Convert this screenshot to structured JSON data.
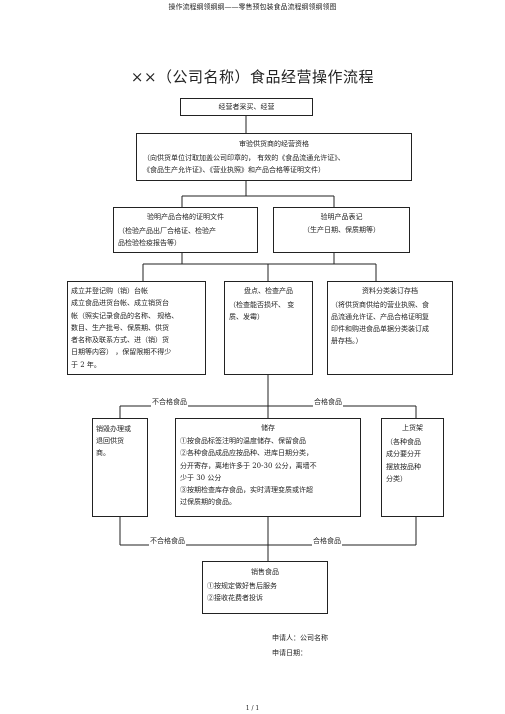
{
  "header": {
    "text": "操作流程纲领纲纲——零售预包装食品流程纲领纲领图"
  },
  "title": "××（公司名称）食品经营操作流程",
  "boxes": {
    "purchase": "经营者采买、经营",
    "verify_title": "审验供货商的经营资格",
    "verify_body": "（向供货单位讨取加盖公司印章的，       有效的《食品流通允许证》、\n《食品生产允许证》、《营业执照》和产品合格等证明文件）",
    "cert_title": "验明产品合格的证明文件",
    "cert_body": "（检验产品出厂合格证、检验产\n品检验检疫报告等）",
    "label_title": "验明产品表记",
    "label_body": "（生产日期、保质期等）",
    "ledger_body": "成立并登记购（销）台帐\n成立食品进货台帐、成立销货台\n帐（照实记录食品的名称、  规格、\n数目、生产批号、保质期、供货\n者名称及联系方式、进（销）货\n日期等内容）  ，保留限期不得少\n于 2 年。",
    "inspect_title": "盘点、检查产品",
    "inspect_body": "（检查能否损坏、  变\n质、发霉）",
    "archive_title": "资料分类装订存档",
    "archive_body": "（将供货商供给的营业执照、食\n品流通允许证、产品合格证明复\n印件和购进食品单据分类装订成\n册存档。）",
    "destroy_body": "销毁办理或\n退回供货\n商。",
    "storage_title": "储存",
    "storage_body": "①按食品标签注明的温度储存、保留食品\n②各种食品成品应按品种、进库日期分类，\n分开寄存，离地许多于    20-30    公分，离墙不\n少于 30 公分\n③按期检查库存食品，实时清理变质或许超\n过保质期的食品。",
    "shelf_title": "上货架",
    "shelf_body": "（各种食品\n成分要分开\n摆放按品种\n分类）",
    "sales_title": "销售食品",
    "sales_body": "①按规定做好售后服务\n②接收花费者投诉"
  },
  "edge_labels": {
    "unqualified_1": "不合格食品",
    "qualified_1": "合格食品",
    "unqualified_2": "不合格食品",
    "qualified_2": "合格食品"
  },
  "footer": {
    "applicant": "申请人：公司名称",
    "date": "申请日期：",
    "page": "1 / 1"
  }
}
